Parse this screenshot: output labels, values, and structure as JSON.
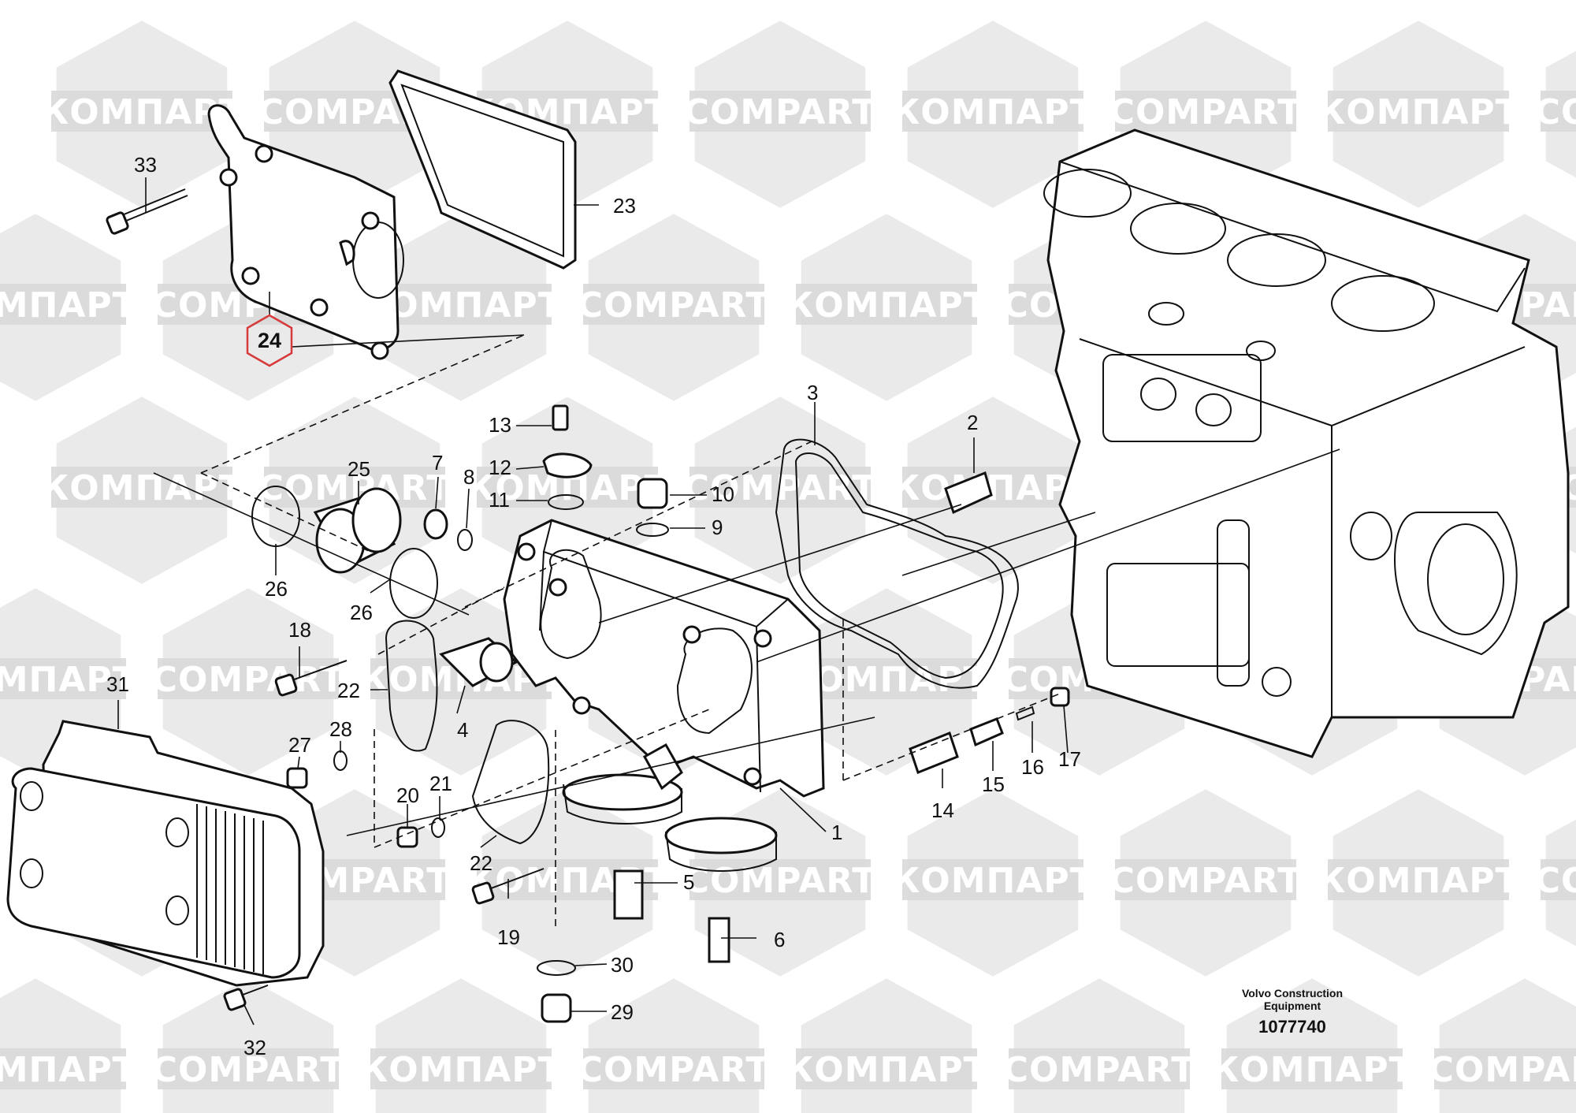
{
  "diagram": {
    "highlighted_item": "24",
    "highlight_color": "#d63a3a",
    "callouts": [
      "1",
      "2",
      "3",
      "4",
      "5",
      "6",
      "7",
      "8",
      "9",
      "10",
      "11",
      "12",
      "13",
      "14",
      "15",
      "16",
      "17",
      "18",
      "19",
      "20",
      "21",
      "22",
      "22",
      "23",
      "24",
      "25",
      "26",
      "26",
      "27",
      "28",
      "29",
      "30",
      "31",
      "32",
      "33"
    ]
  },
  "watermarks": {
    "cyrillic": "КОМПАРТ",
    "latin": "COMPART",
    "color": "#d9d9d9"
  },
  "footer": {
    "brand_line1": "Volvo Construction",
    "brand_line2": "Equipment",
    "drawing_number": "1077740"
  }
}
